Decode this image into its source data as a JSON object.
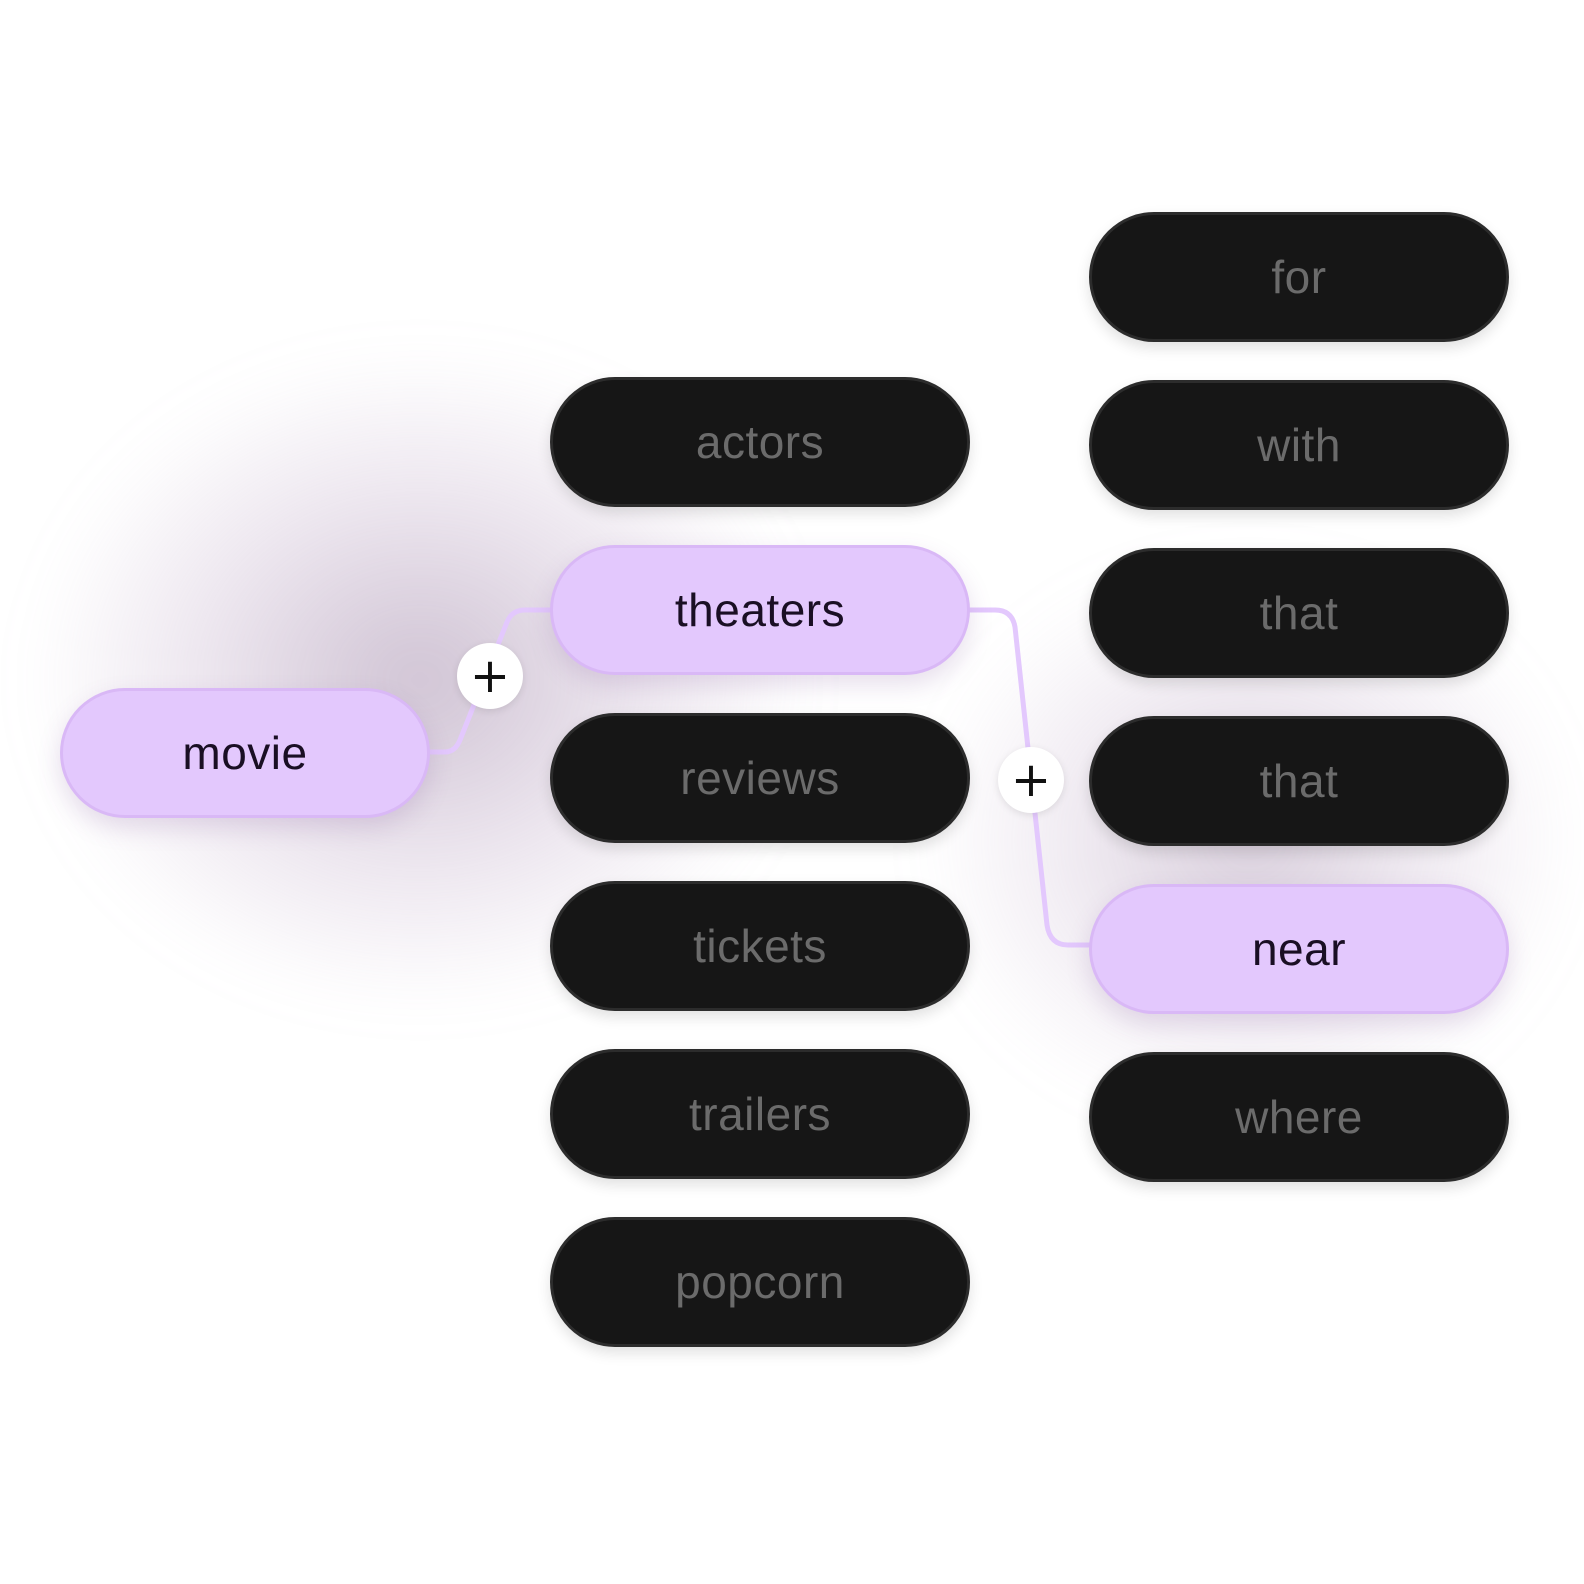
{
  "root": {
    "label": "movie"
  },
  "level1": {
    "items": [
      {
        "label": "actors",
        "selected": false
      },
      {
        "label": "theaters",
        "selected": true
      },
      {
        "label": "reviews",
        "selected": false
      },
      {
        "label": "tickets",
        "selected": false
      },
      {
        "label": "trailers",
        "selected": false
      },
      {
        "label": "popcorn",
        "selected": false
      }
    ]
  },
  "level2": {
    "items": [
      {
        "label": "for",
        "selected": false
      },
      {
        "label": "with",
        "selected": false
      },
      {
        "label": "that",
        "selected": false
      },
      {
        "label": "that",
        "selected": false
      },
      {
        "label": "near",
        "selected": true
      },
      {
        "label": "where",
        "selected": false
      }
    ]
  },
  "connector": {
    "icon": "plus-icon",
    "glyph": "+"
  },
  "colors": {
    "active_fill": "#e3c8fd",
    "active_border": "#d9b8f6",
    "active_text": "#1a0f24",
    "inactive_fill": "#161616",
    "inactive_text": "#6b6b6b",
    "connector_line": "#e3c8fd",
    "glow": "#8c6e96"
  }
}
